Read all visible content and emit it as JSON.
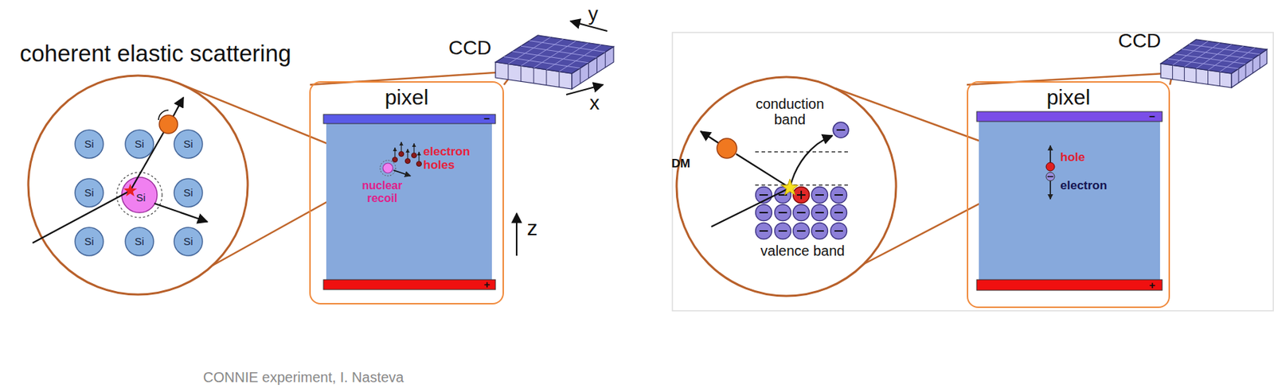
{
  "diagram": {
    "title": "coherent elastic scattering",
    "caption": "CONNIE experiment, I. Nasteva",
    "nodes": [
      {
        "text": [
          "pixel"
        ]
      },
      {
        "text": [
          "pixel"
        ]
      }
    ],
    "labels": [
      "Si",
      "Si",
      "Si",
      "Si",
      "Si",
      "Si",
      "Si",
      "Si",
      "Si",
      "CCD",
      "y",
      "x",
      "−",
      "+",
      "electron holes",
      "nuclear recoil",
      "z",
      "CCD",
      "DM",
      "conduction band",
      "valence band",
      "−",
      "+",
      "hole",
      "electron"
    ]
  }
}
